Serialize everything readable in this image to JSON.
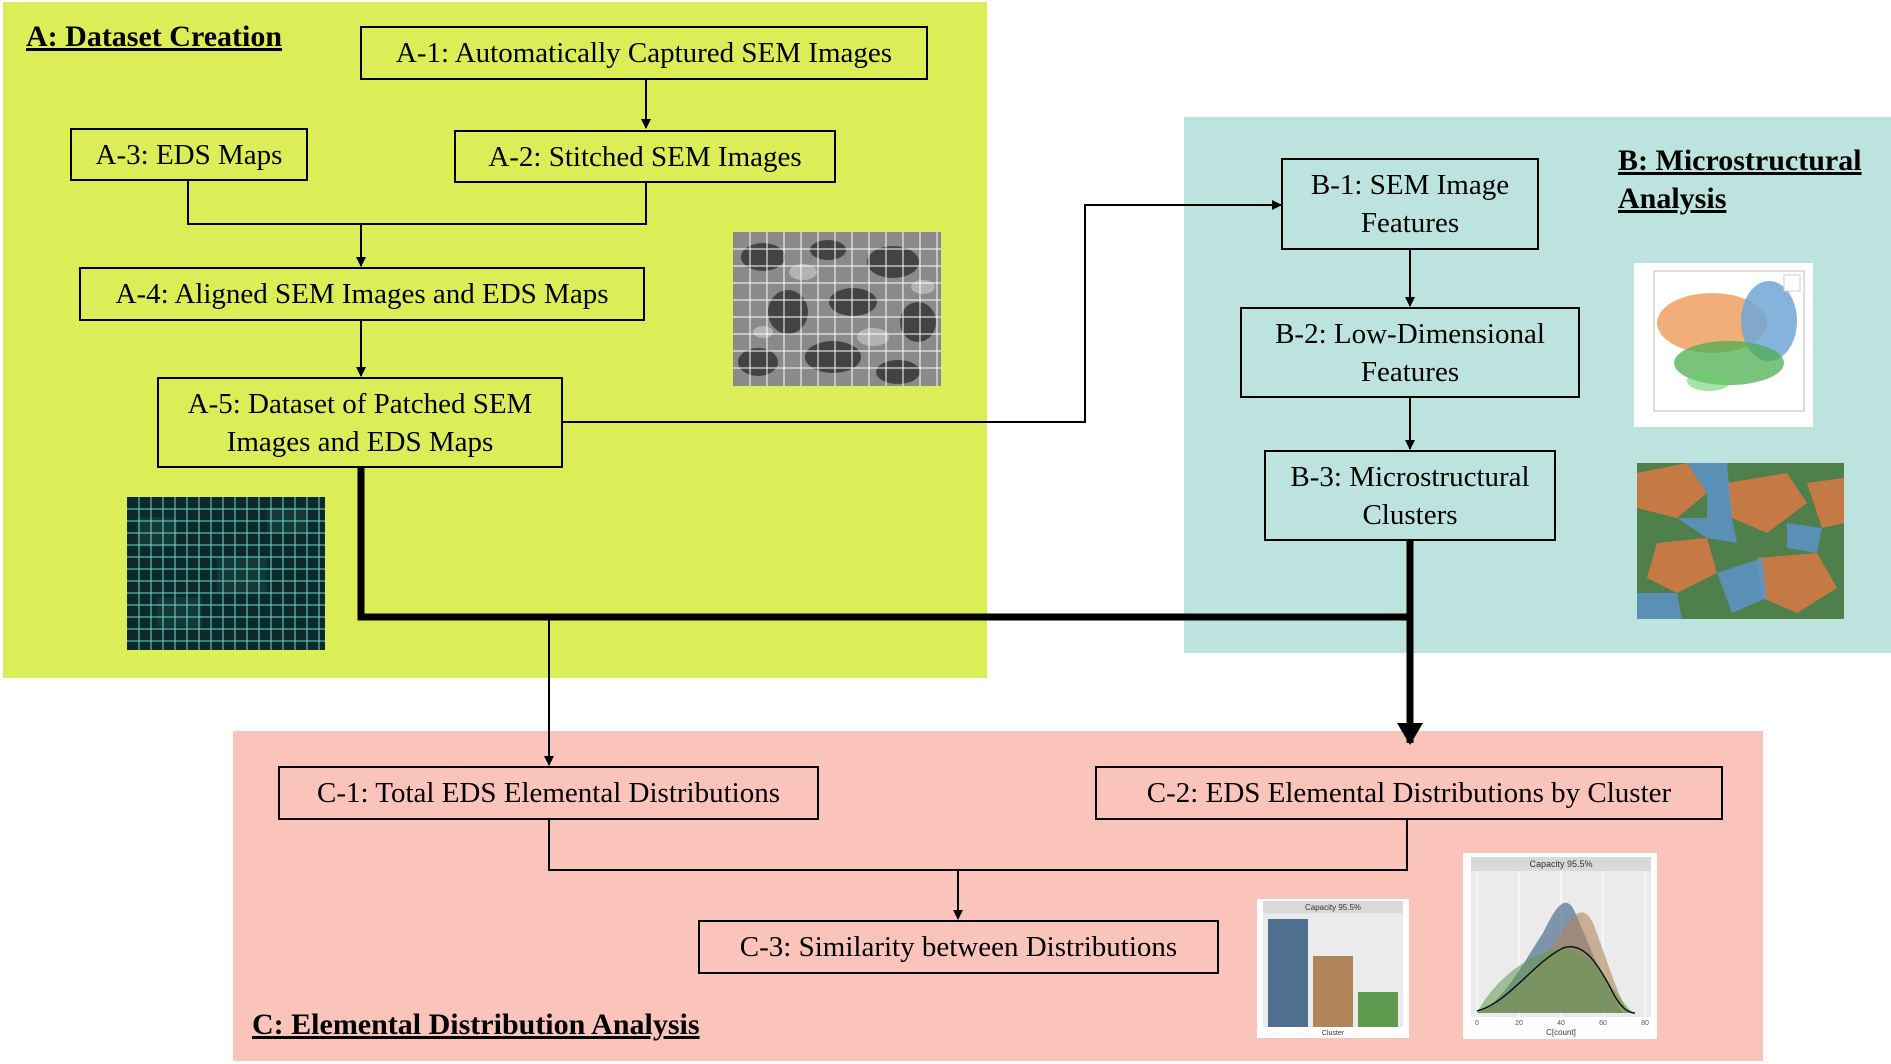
{
  "panels": {
    "a_title": "A: Dataset Creation",
    "b_title": "B: Microstructural\nAnalysis",
    "c_title": "C: Elemental Distribution Analysis"
  },
  "boxes": {
    "a1": "A-1: Automatically Captured SEM Images",
    "a2": "A-2: Stitched SEM Images",
    "a3": "A-3: EDS Maps",
    "a4": "A-4: Aligned SEM Images and EDS Maps",
    "a5": "A-5: Dataset of Patched SEM\nImages and EDS Maps",
    "b1": "B-1: SEM Image\nFeatures",
    "b2": "B-2: Low-Dimensional\nFeatures",
    "b3": "B-3: Microstructural\nClusters",
    "c1": "C-1: Total EDS Elemental Distributions",
    "c2": "C-2: EDS Elemental Distributions by Cluster",
    "c3": "C-3: Similarity between Distributions"
  },
  "thumbnails": {
    "bar_title": "Capacity 95.5%",
    "bar_xlabel": "Cluster",
    "density_title": "Capacity 95.5%",
    "density_xlabel": "C[count]",
    "density_ticks": [
      "0",
      "20",
      "40",
      "60",
      "80"
    ]
  },
  "colors": {
    "panel_a": "#dbee58",
    "panel_b": "#bde3df",
    "panel_c": "#fbc4bb",
    "cluster_blue": "#4e6f8e",
    "cluster_orange": "#b0855a",
    "cluster_green": "#5f9a4e"
  }
}
